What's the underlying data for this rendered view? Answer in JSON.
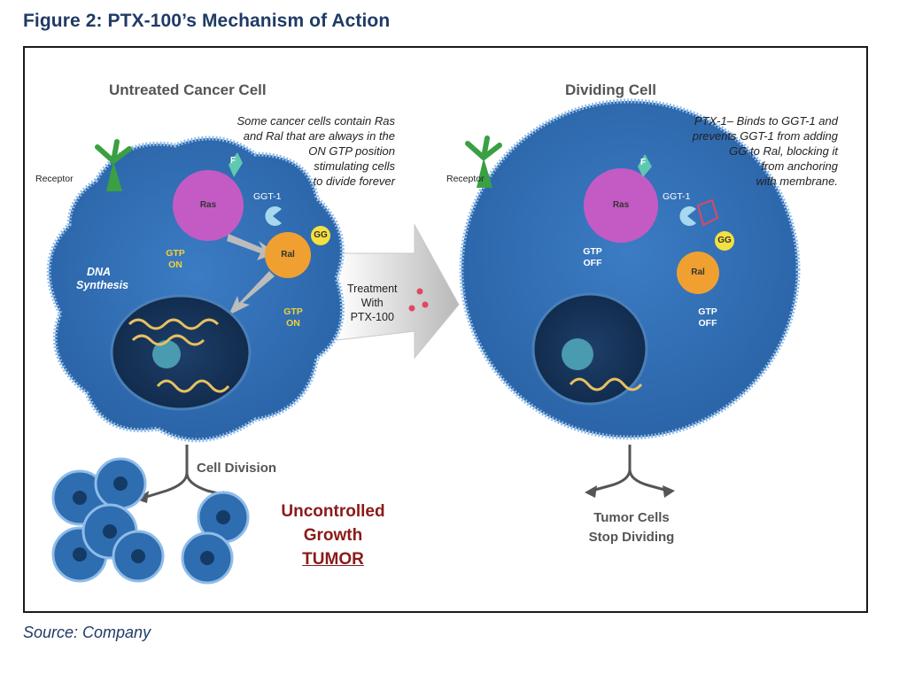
{
  "figure_title": "Figure 2: PTX-100’s Mechanism of Action",
  "source": "Source: Company",
  "left": {
    "heading": "Untreated Cancer Cell",
    "note": [
      "Some cancer cells contain Ras",
      "and Ral that are always in the",
      "ON GTP position",
      "stimulating cells",
      "to divide forever"
    ],
    "receptor": "Receptor",
    "f": "F",
    "ras": "Ras",
    "ggt": "GGT-1",
    "gg": "GG",
    "ral": "Ral",
    "gtp_ras": [
      "GTP",
      "ON"
    ],
    "gtp_ral": [
      "GTP",
      "ON"
    ],
    "dna": [
      "DNA",
      "Synthesis"
    ],
    "division": "Cell Division",
    "outcome": [
      "Uncontrolled",
      "Growth",
      "TUMOR"
    ]
  },
  "treatment": [
    "Treatment",
    "With",
    "PTX-100"
  ],
  "right": {
    "heading": "Dividing Cell",
    "note": [
      "PTX-1– Binds to GGT-1 and",
      "prevents GGT-1  from adding",
      "GG to Ral, blocking it",
      "from anchoring",
      "with membrane."
    ],
    "receptor": "Receptor",
    "f": "F",
    "ras": "Ras",
    "ggt": "GGT-1",
    "gg": "GG",
    "ral": "Ral",
    "gtp_ras": [
      "GTP",
      "OFF"
    ],
    "gtp_ral": [
      "GTP",
      "OFF"
    ],
    "outcome": [
      "Tumor Cells",
      "Stop Dividing"
    ]
  },
  "colors": {
    "cell": "#2e6db0",
    "cell_dark": "#1f4f8a",
    "ras": "#c45bc4",
    "ral": "#f0a030",
    "receptor": "#3aa043",
    "title": "#1f3b66",
    "tumor_text": "#8b1a1a"
  }
}
